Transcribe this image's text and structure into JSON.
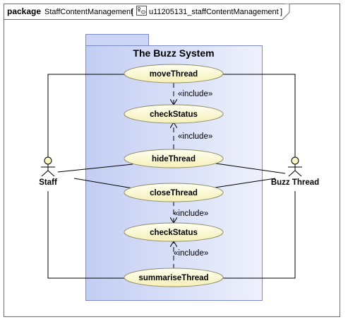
{
  "package": {
    "keyword": "package",
    "name": "StaffContentManagement",
    "diagram_name": "u11205131_staffContentManagement"
  },
  "system": {
    "title": "The Buzz System"
  },
  "actors": {
    "staff": "Staff",
    "buzz_thread": "Buzz Thread"
  },
  "use_cases": {
    "move_thread": "moveThread",
    "check_status_1": "checkStatus",
    "hide_thread": "hideThread",
    "close_thread": "closeThread",
    "check_status_2": "checkStatus",
    "summarise_thread": "summariseThread"
  },
  "relations": {
    "include_1": "«include»",
    "include_2": "«include»",
    "include_3": "«include»",
    "include_4": "«include»"
  },
  "colors": {
    "system_fill": "#d4dcf7",
    "system_stroke": "#6f7fbf",
    "usecase_fill": "#fdfbd8",
    "usecase_stroke": "#8c8c66",
    "actor_fill": "#fdf7c6",
    "line": "#000000"
  }
}
